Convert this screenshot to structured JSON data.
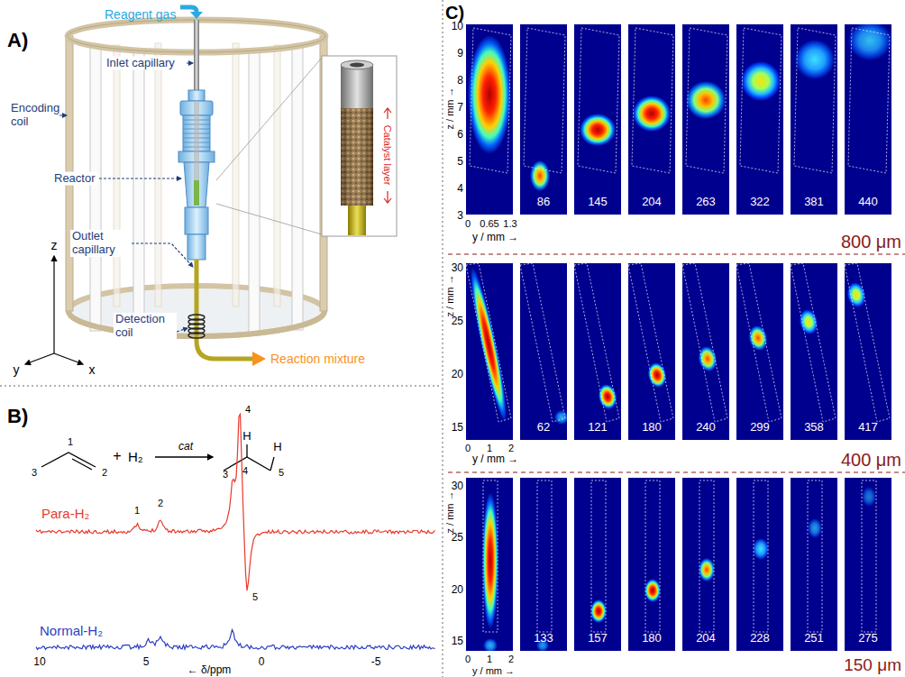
{
  "diagram": {
    "nodes": [
      {
        "text": [
          "86"
        ]
      },
      {
        "text": [
          "145"
        ]
      },
      {
        "text": [
          "204"
        ]
      },
      {
        "text": [
          "263"
        ]
      },
      {
        "text": [
          "322"
        ]
      },
      {
        "text": [
          "381"
        ]
      },
      {
        "text": [
          "440"
        ]
      },
      {
        "text": [
          "62"
        ]
      },
      {
        "text": [
          "121"
        ]
      },
      {
        "text": [
          "180"
        ]
      },
      {
        "text": [
          "240"
        ]
      },
      {
        "text": [
          "299"
        ]
      },
      {
        "text": [
          "358"
        ]
      },
      {
        "text": [
          "417"
        ]
      },
      {
        "text": [
          "133"
        ]
      },
      {
        "text": [
          "157"
        ]
      },
      {
        "text": [
          "180"
        ]
      },
      {
        "text": [
          "204"
        ]
      },
      {
        "text": [
          "228"
        ]
      },
      {
        "text": [
          "251"
        ]
      },
      {
        "text": [
          "275"
        ]
      }
    ],
    "labels": [
      "A)",
      "Reagent gas",
      "Inlet capillary",
      "Encoding coil",
      "Reactor",
      "Catalyst layer",
      "Outlet capillary",
      "Detection coil",
      "Reaction mixture",
      "z",
      "y",
      "x",
      "B)",
      "1",
      "3",
      "2",
      "+",
      "H₂",
      "cat",
      "H",
      "H",
      "4",
      "5",
      "Para-H₂",
      "1",
      "2",
      "3",
      "4",
      "5",
      "Normal-H₂",
      "10",
      "5",
      "0",
      "-5",
      "← δ/ppm",
      "C)",
      "10",
      "9",
      "8",
      "7",
      "6",
      "5",
      "4",
      "3",
      "z / mm →",
      "0",
      "0.65",
      "1.3",
      "y / mm →",
      "800 μm",
      "30",
      "25",
      "20",
      "15",
      "z / mm →",
      "0",
      "1",
      "2",
      "y / mm →",
      "400 μm",
      "30",
      "25",
      "20",
      "15",
      "z / mm →",
      "0",
      "1",
      "2",
      "y / mm →",
      "150 μm"
    ]
  }
}
